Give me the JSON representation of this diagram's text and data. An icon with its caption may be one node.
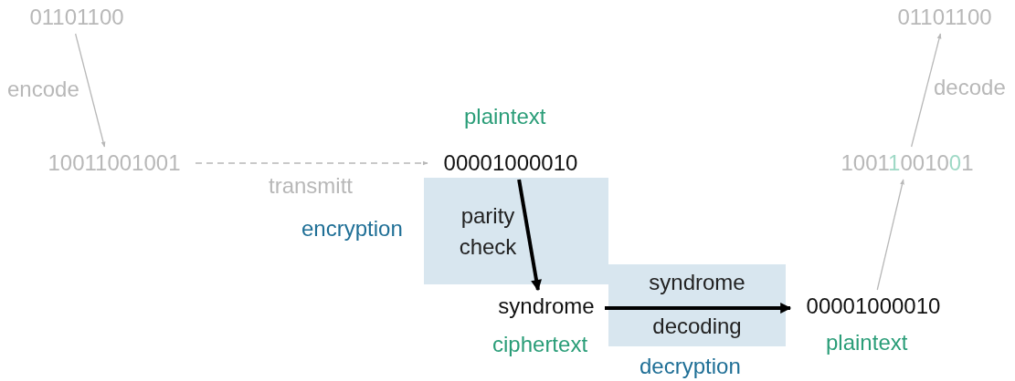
{
  "diagram": {
    "nodes": [
      {
        "text": [
          "01101100"
        ]
      },
      {
        "text": [
          "10011001001"
        ]
      },
      {
        "text": [
          "00001000010"
        ],
        "beside": [
          "plaintext"
        ]
      },
      {
        "text": [
          "syndrome"
        ],
        "beside": [
          "ciphertext"
        ]
      },
      {
        "text": [
          "00001000010"
        ],
        "beside": [
          "plaintext"
        ]
      },
      {
        "text": [
          "10011001001"
        ]
      },
      {
        "text": [
          "01101100"
        ]
      }
    ],
    "edges": [
      {
        "from": 0,
        "to": 1,
        "arrow": "to"
      },
      {
        "from": 1,
        "to": 2,
        "arrow": "to",
        "label": "transmitt",
        "style": "dashed"
      },
      {
        "from": 2,
        "to": 3,
        "arrow": "to",
        "label": "parity check",
        "style": "thick",
        "color": "#000000"
      },
      {
        "from": 3,
        "to": 4,
        "arrow": "to",
        "label": "syndrome decoding",
        "style": "thick",
        "color": "#000000"
      },
      {
        "from": 4,
        "to": 5,
        "arrow": "to"
      },
      {
        "from": 5,
        "to": 6,
        "arrow": "to"
      }
    ],
    "labels": [
      "encode",
      "decode",
      "encryption",
      "decryption"
    ]
  }
}
